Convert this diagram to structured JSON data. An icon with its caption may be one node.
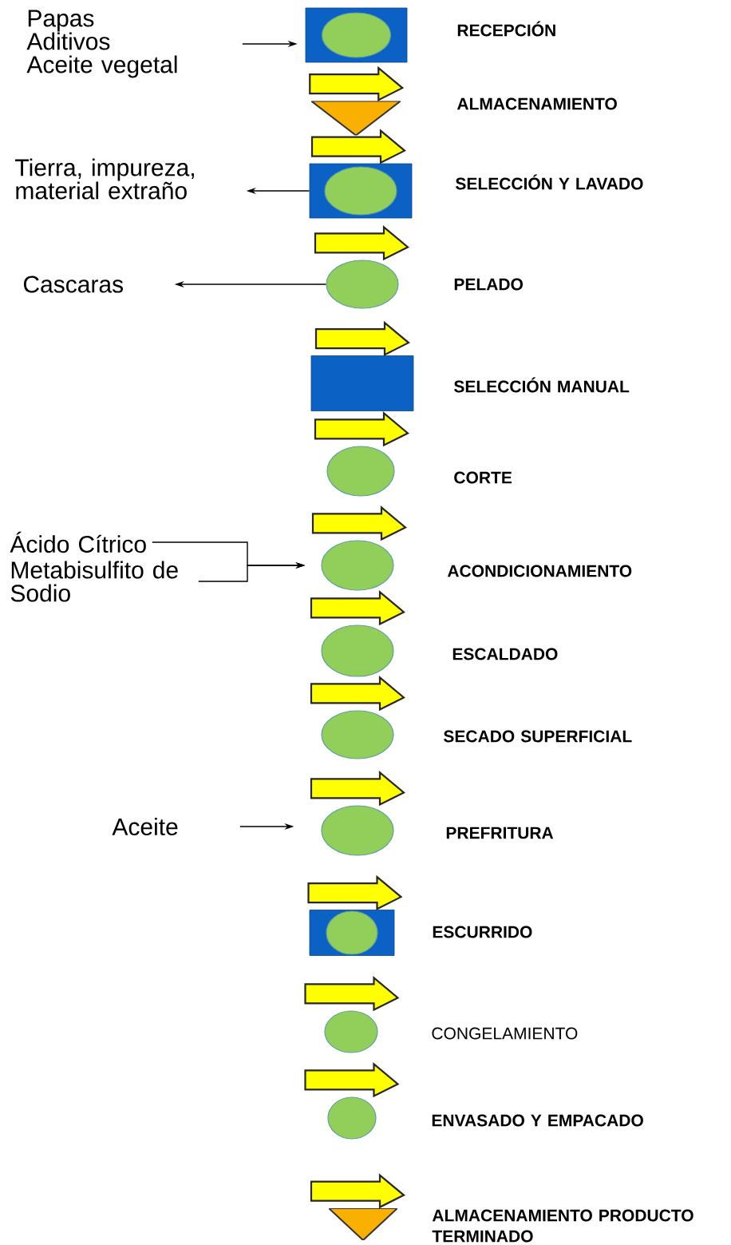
{
  "diagram": {
    "nodes": [
      {
        "text": [],
        "shape": "box",
        "beside": [
          "RECEPCIÓN"
        ]
      },
      {
        "text": [],
        "shape": "circle",
        "in": 0
      },
      {
        "text": [],
        "shape": "triangle",
        "beside": [
          "ALMACENAMIENTO"
        ]
      },
      {
        "text": [],
        "shape": "box",
        "beside": [
          "SELECCIÓN Y LAVADO"
        ]
      },
      {
        "text": [],
        "shape": "circle",
        "in": 3
      },
      {
        "text": [],
        "shape": "circle",
        "beside": [
          "PELADO"
        ]
      },
      {
        "text": [],
        "shape": "box",
        "beside": [
          "SELECCIÓN MANUAL"
        ]
      },
      {
        "text": [],
        "shape": "circle",
        "beside": [
          "CORTE"
        ]
      },
      {
        "text": [],
        "shape": "circle",
        "beside": [
          "ACONDICIONAMIENTO"
        ]
      },
      {
        "text": [],
        "shape": "circle",
        "beside": [
          "ESCALDADO"
        ]
      },
      {
        "text": [],
        "shape": "circle",
        "beside": [
          "SECADO SUPERFICIAL"
        ]
      },
      {
        "text": [],
        "shape": "circle",
        "beside": [
          "PREFRITURA"
        ]
      },
      {
        "text": [],
        "shape": "box",
        "beside": [
          "ESCURRIDO"
        ]
      },
      {
        "text": [],
        "shape": "circle",
        "in": 12
      },
      {
        "text": [],
        "shape": "circle",
        "beside": [
          "CONGELAMIENTO"
        ]
      },
      {
        "text": [],
        "shape": "circle",
        "beside": [
          "ENVASADO Y EMPACADO"
        ]
      },
      {
        "text": [],
        "shape": "triangle",
        "beside": [
          "ALMACENAMIENTO PRODUCTO TERMINADO"
        ]
      },
      {
        "text": [
          "Papas",
          "Aditivos",
          "Aceite vegetal"
        ]
      },
      {
        "text": [
          "Tierra, impureza, material extraño"
        ]
      },
      {
        "text": [
          "Cascaras"
        ]
      },
      {
        "text": [
          "Ácido Cítrico"
        ]
      },
      {
        "text": [
          "Metabisulfito de Sodio"
        ]
      },
      {
        "text": [
          "Aceite"
        ]
      }
    ],
    "edges": [
      {
        "from": 0,
        "to": 2,
        "arrow": "to"
      },
      {
        "from": 2,
        "to": 3,
        "arrow": "to"
      },
      {
        "from": 3,
        "to": 5,
        "arrow": "to"
      },
      {
        "from": 5,
        "to": 6,
        "arrow": "to"
      },
      {
        "from": 6,
        "to": 7,
        "arrow": "to"
      },
      {
        "from": 7,
        "to": 8,
        "arrow": "to"
      },
      {
        "from": 8,
        "to": 9,
        "arrow": "to"
      },
      {
        "from": 9,
        "to": 10,
        "arrow": "to"
      },
      {
        "from": 10,
        "to": 11,
        "arrow": "to"
      },
      {
        "from": 11,
        "to": 12,
        "arrow": "to"
      },
      {
        "from": 12,
        "to": 14,
        "arrow": "to"
      },
      {
        "from": 14,
        "to": 15,
        "arrow": "to"
      },
      {
        "from": 15,
        "to": 16,
        "arrow": "to"
      },
      {
        "from": 17,
        "to": 0,
        "arrow": "to",
        "color": "#000000"
      },
      {
        "from": 3,
        "to": 18,
        "arrow": "to",
        "color": "#000000"
      },
      {
        "from": 5,
        "to": 19,
        "arrow": "to",
        "color": "#000000"
      },
      {
        "from": 20,
        "to": 8,
        "arrow": "to",
        "color": "#000000"
      },
      {
        "from": 21,
        "to": 8,
        "arrow": "to",
        "color": "#000000"
      },
      {
        "from": 22,
        "to": 11,
        "arrow": "to",
        "color": "#000000"
      }
    ]
  }
}
